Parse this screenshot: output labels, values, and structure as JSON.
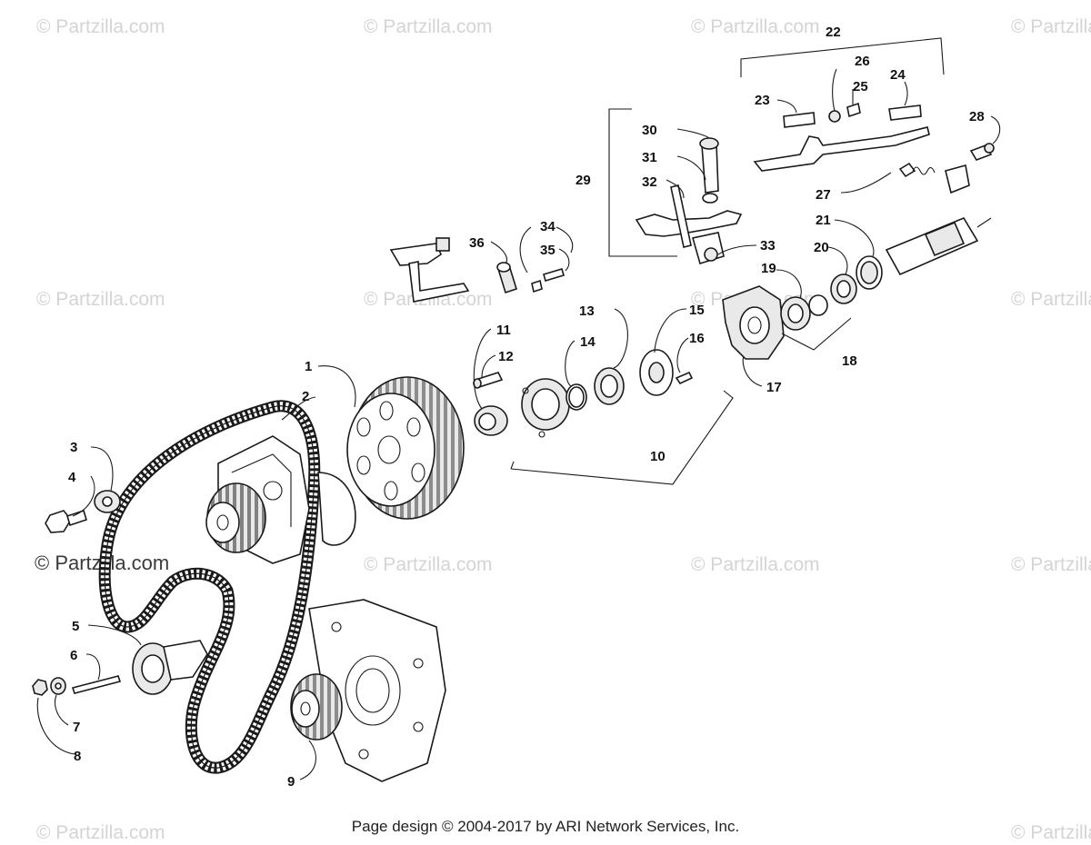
{
  "watermark": {
    "text": "© Partzilla.com",
    "prominent_text": "© Partzilla.com"
  },
  "footer": {
    "text": "Page design © 2004-2017 by ARI Network Services, Inc."
  },
  "callouts": {
    "c1": "1",
    "c2": "2",
    "c3": "3",
    "c4": "4",
    "c5": "5",
    "c6": "6",
    "c7": "7",
    "c8": "8",
    "c9": "9",
    "c10": "10",
    "c11": "11",
    "c12": "12",
    "c13": "13",
    "c14": "14",
    "c15": "15",
    "c16": "16",
    "c17": "17",
    "c18": "18",
    "c19": "19",
    "c20": "20",
    "c21": "21",
    "c22": "22",
    "c23": "23",
    "c24": "24",
    "c25": "25",
    "c26": "26",
    "c27": "27",
    "c28": "28",
    "c29": "29",
    "c30": "30",
    "c31": "31",
    "c32": "32",
    "c33": "33",
    "c34": "34",
    "c35": "35",
    "c36": "36"
  }
}
